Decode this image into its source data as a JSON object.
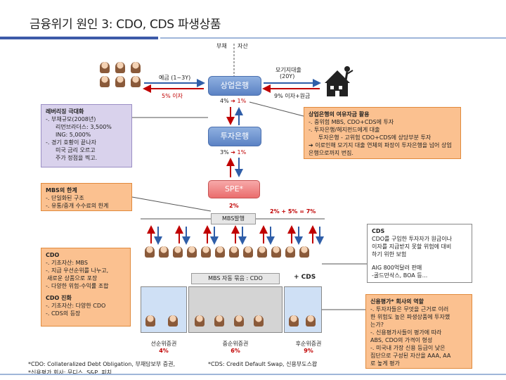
{
  "title": "금융위기 원인 3: CDO, CDS 파생상품",
  "top_labels": {
    "liability": "부채",
    "asset": "자산"
  },
  "deposit": {
    "label": "예금 (1~3Y)",
    "rate": "5% 이자"
  },
  "mortgage": {
    "label1": "모기지대출",
    "label2": "(20Y)",
    "rate": "9% 이자+원금"
  },
  "commercial_bank": {
    "label": "상업은행",
    "spread_from": "4%",
    "spread_to": "1%"
  },
  "investment_bank": {
    "label": "투자은행",
    "spread_from": "3%",
    "spread_to": "1%"
  },
  "spe": {
    "label": "SPE*",
    "pct": "2%"
  },
  "mbs_issue": {
    "label": "MBS발행",
    "formula": "2% + 5% = 7%"
  },
  "mbs_bundle": {
    "label": "MBS 자동 묶음 : CDO",
    "cds": "+ CDS"
  },
  "tranches": [
    {
      "label": "선순위증권",
      "pct": "4%"
    },
    {
      "label": "중순위증권",
      "pct": "6%"
    },
    {
      "label": "후순위증권",
      "pct": "9%"
    }
  ],
  "leverage_note": {
    "title": "레버리징 극대화",
    "lines": [
      "-. 부채규모(2008년)",
      "리먼브라더스: 3,500%",
      "ING: 5,000%",
      "-. 경기 호황이 끝나자",
      "미국 금리 오르고",
      "주가 정점을 찍고."
    ]
  },
  "surplus_note": {
    "title": "상업은행의 여유자금 활용",
    "lines": [
      "-. 중위험 MBS, CDO+CDS에 투자",
      "-. 투자은행/헤지펀드에게 대출",
      "투자은행 - 고위험 CDO+CDS에 상당부분 투자",
      "➔ 이로인해 모기지 대출 연체의 파장이 투자은행을 넘어 상업은행으로까지 번짐."
    ]
  },
  "mbs_limit_note": {
    "title": "MBS의 한계",
    "lines": [
      "-. 단일화된 구조",
      "-. 유통/중개 수수료의 한계"
    ]
  },
  "cdo_note": {
    "title": "CDO",
    "lines": [
      "-. 기초자산: MBS",
      "-. 지급 우선순위를 나누고,",
      "새로운 상품으로 포장",
      "-. 다양한 위험-수익률 조합"
    ],
    "title2": "CDO 진화",
    "lines2": [
      "-. 기초자산: 다양한 CDO",
      "-. CDS의 등장"
    ]
  },
  "cds_note": {
    "title": "CDS",
    "lines": [
      "CDO를 구입한 투자자가 원금이나",
      "이자를 지급받지 못할 위험에 대비",
      "하기 위한 보험",
      "",
      "AIG 800억달러 판매",
      "-골드만삭스, BOA 등..."
    ]
  },
  "rating_note": {
    "title": "신용평가* 회사의 역할",
    "lines": [
      "-. 투자자들은 무엇을 근거로 이러",
      "한 위험도 높은 파생상품에 투자했",
      "는가?",
      "-. 신용평가사들이 평가에 따라",
      "ABS, CDO의 가격이 형성",
      "-. 미국내 가장 신용 등급이 낮은",
      "집단으로 구성된 자산을 AAA, AA",
      "로 높게 평가"
    ]
  },
  "footnotes": {
    "f1": "*CDO: Collateralized Debt Obligation, 부채담보부 증권,",
    "f2": "*신용평가 회사: 무디스, S&P, 피치...",
    "f3": "*CDS: Credit Default Swap, 신용부도스왑"
  },
  "colors": {
    "accent_blue": "#3d5aa8",
    "bank_blue": "#5b82c4",
    "arrow_red": "#c00000",
    "note_orange": "#fbc190",
    "note_purple": "#d9d2ec"
  }
}
